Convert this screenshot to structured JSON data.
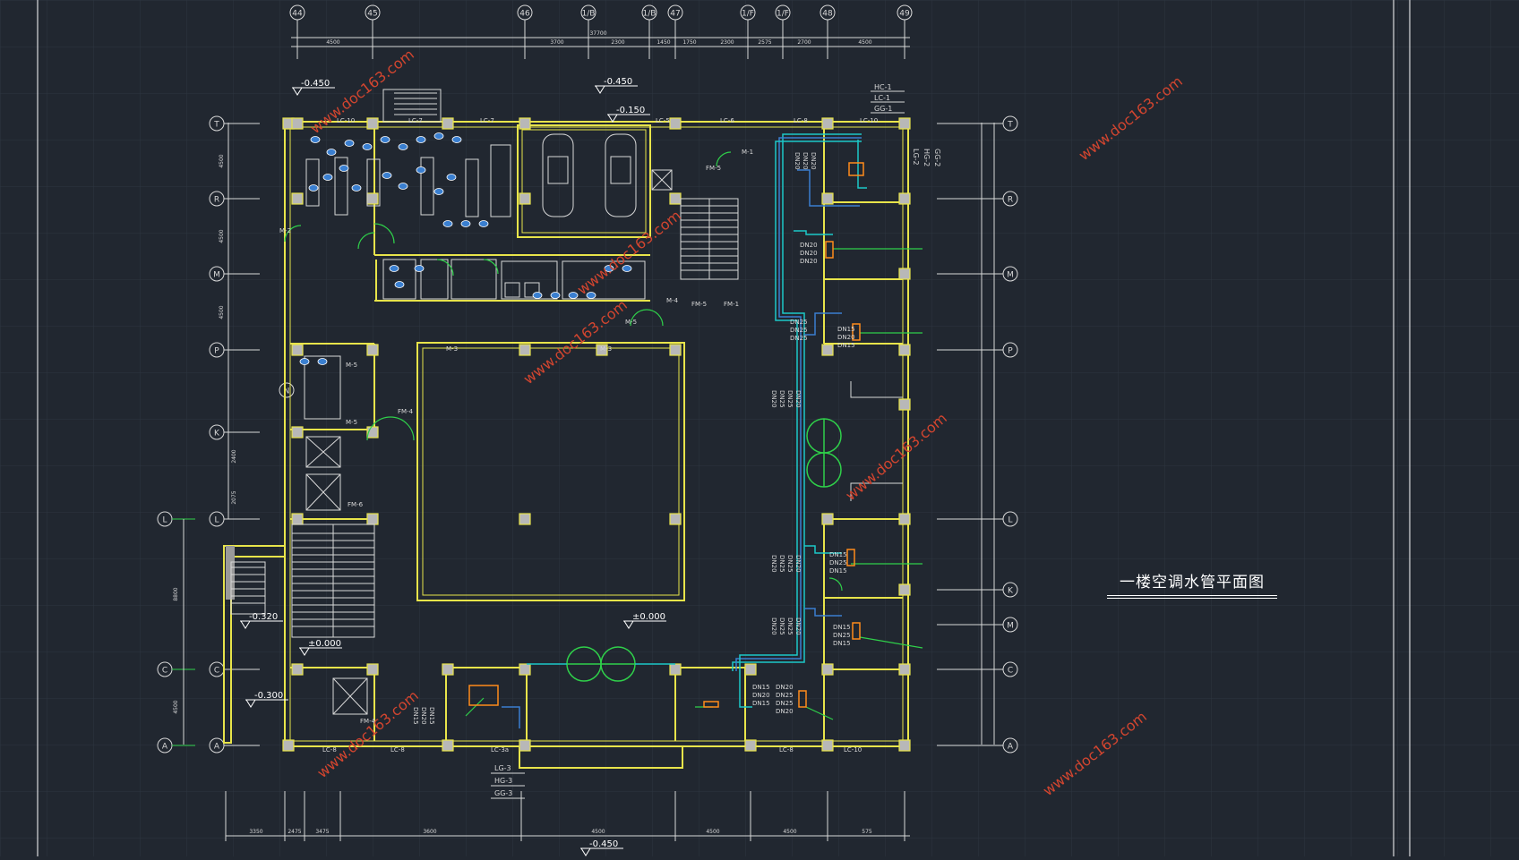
{
  "drawing": {
    "title": "一楼空调水管平面图",
    "colors": {
      "background": "#212730",
      "wall": "#e8e44a",
      "detail": "#d8d8d8",
      "pipe_cyan": "#1cc8c8",
      "pipe_blue": "#3a7fd0",
      "pipe_green": "#2fd04a",
      "watermark": "#d2452f",
      "equipment": "#ff8c1a"
    }
  },
  "axes_top": [
    "44",
    "45",
    "46",
    "1/B",
    "1/B",
    "47",
    "1/F",
    "1/F",
    "48",
    "49"
  ],
  "axes_left": [
    "T",
    "R",
    "M",
    "P",
    "N",
    "K",
    "L",
    "C",
    "A"
  ],
  "axes_right": [
    "T",
    "R",
    "M",
    "P",
    "L",
    "K",
    "M",
    "C",
    "A"
  ],
  "axes_far_left": [
    "L",
    "C",
    "A"
  ],
  "dims_top": [
    "37700",
    "4500",
    "3700",
    "2300",
    "1450",
    "1750",
    "2300",
    "2575",
    "2700",
    "4500"
  ],
  "dims_left": [
    "4500",
    "4500",
    "4500",
    "2400",
    "2075",
    "8800",
    "4500"
  ],
  "dims_bottom": [
    "3350",
    "2475",
    "3475",
    "3600",
    "4500",
    "4500",
    "4500",
    "575"
  ],
  "elevations": {
    "top_left": "-0.450",
    "top_mid": "-0.450",
    "top_mid2": "-0.150",
    "center_low": "±0.000",
    "left_stair": "±0.000",
    "left_low": "-0.320",
    "left_low2": "-0.300",
    "bottom": "-0.450"
  },
  "pipe_labels": {
    "legend_top_right": [
      "HC-1",
      "LC-1",
      "GG-1"
    ],
    "legend_bottom": [
      "LG-3",
      "HG-3",
      "GG-3"
    ],
    "vertical_right": [
      "LG-2",
      "HG-2",
      "GG-2"
    ],
    "dn_group_a": [
      "DN20",
      "DN20",
      "DN20"
    ],
    "dn_group_b": [
      "DN15",
      "DN20",
      "DN15"
    ],
    "dn_group_c": [
      "DN25",
      "DN25",
      "DN25"
    ],
    "dn_group_d": [
      "DN20",
      "DN25",
      "DN25",
      "DN20"
    ],
    "dn_group_e": [
      "DN15",
      "DN25",
      "DN15"
    ],
    "dn_group_f": [
      "DN20",
      "DN25",
      "DN25",
      "DN20"
    ]
  },
  "tags": {
    "windows_top": [
      "LC-10",
      "LC-7",
      "LC-7",
      "LC-5",
      "LC-6",
      "LC-8",
      "LC-10"
    ],
    "windows_bottom": [
      "LC-8",
      "LC-8",
      "LC-3a",
      "LC-8",
      "LC-10"
    ],
    "doors": [
      "M-1",
      "M-2",
      "M-3",
      "M-3",
      "M-4",
      "M-5",
      "M-5",
      "M-5",
      "FM-4",
      "FM-5",
      "FM-5",
      "FM-1",
      "FM-6",
      "FM-4"
    ]
  },
  "watermarks": [
    "www.doc163.com",
    "www.doc163.com",
    "www.doc163.com",
    "www.doc163.com",
    "www.doc163.com",
    "www.doc163.com",
    "www.doc163.com"
  ]
}
